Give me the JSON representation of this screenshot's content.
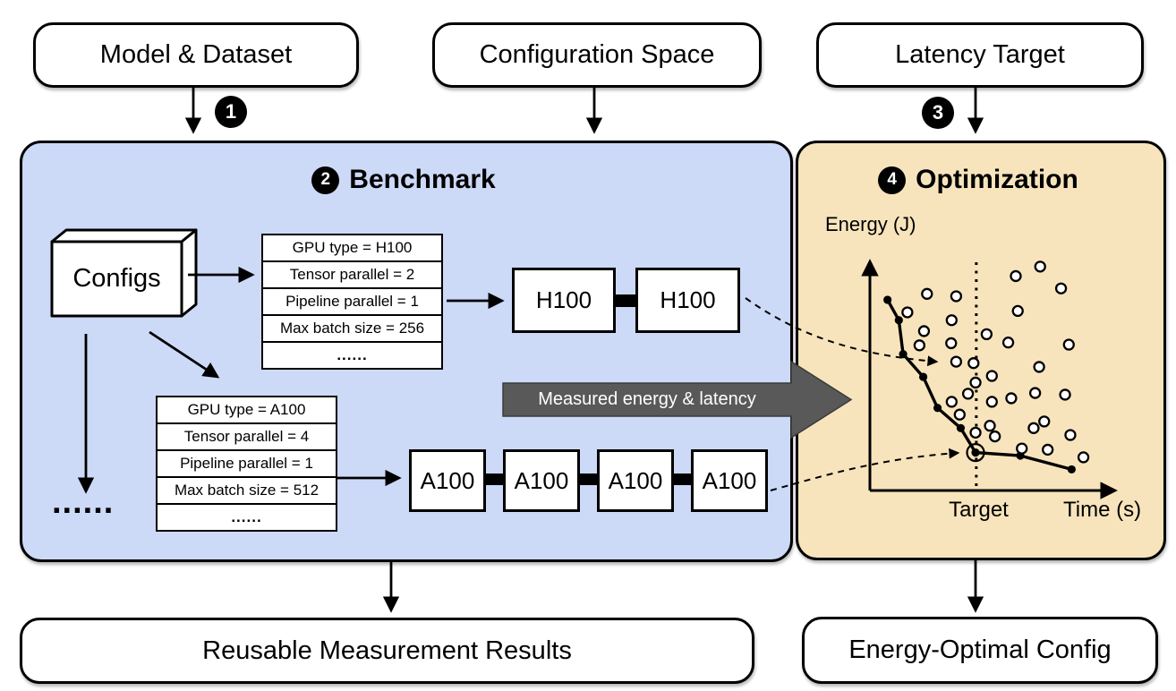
{
  "colors": {
    "panel_blue": "#ccd9f7",
    "panel_orange": "#f8e4bc",
    "banner_gray": "#595959",
    "ink": "#000000",
    "box_white": "#ffffff"
  },
  "inputs": {
    "model_dataset": "Model & Dataset",
    "configuration_space": "Configuration Space",
    "latency_target": "Latency Target"
  },
  "steps": {
    "one": "1",
    "two": "2",
    "three": "3",
    "four": "4"
  },
  "benchmark": {
    "title": "Benchmark",
    "configs_label": "Configs",
    "more_configs_ellipsis": "......",
    "banner": "Measured energy & latency",
    "config_cards": [
      {
        "rows": [
          "GPU type = H100",
          "Tensor parallel = 2",
          "Pipeline parallel = 1",
          "Max batch size = 256",
          "......"
        ]
      },
      {
        "rows": [
          "GPU type = A100",
          "Tensor parallel = 4",
          "Pipeline parallel = 1",
          "Max batch size = 512",
          "......"
        ]
      }
    ],
    "gpu_nodes": {
      "h100": [
        "H100",
        "H100"
      ],
      "a100": [
        "A100",
        "A100",
        "A100",
        "A100"
      ]
    }
  },
  "optimization": {
    "title": "Optimization"
  },
  "outputs": {
    "reusable_results": "Reusable Measurement Results",
    "energy_optimal": "Energy-Optimal Config"
  },
  "chart_data": {
    "type": "scatter",
    "title": "Optimization",
    "xlabel": "Time (s)",
    "ylabel": "Energy (J)",
    "target_label": "Target",
    "target_x": 0.423,
    "xlim": [
      0,
      1
    ],
    "ylim": [
      0,
      1
    ],
    "grid": false,
    "note": "Axes carry no numeric ticks; point coordinates normalized 0-1 inside plot box; dashed vertical line marks latency target.",
    "series": [
      {
        "name": "candidate-configs",
        "marker": "open-circle",
        "points": [
          [
            0.227,
            0.829
          ],
          [
            0.343,
            0.819
          ],
          [
            0.149,
            0.751
          ],
          [
            0.58,
            0.904
          ],
          [
            0.677,
            0.944
          ],
          [
            0.76,
            0.852
          ],
          [
            0.588,
            0.757
          ],
          [
            0.215,
            0.672
          ],
          [
            0.464,
            0.659
          ],
          [
            0.197,
            0.612
          ],
          [
            0.325,
            0.718
          ],
          [
            0.323,
            0.621
          ],
          [
            0.55,
            0.624
          ],
          [
            0.791,
            0.615
          ],
          [
            0.343,
            0.543
          ],
          [
            0.412,
            0.537
          ],
          [
            0.673,
            0.521
          ],
          [
            0.485,
            0.483
          ],
          [
            0.42,
            0.455
          ],
          [
            0.39,
            0.408
          ],
          [
            0.325,
            0.374
          ],
          [
            0.485,
            0.374
          ],
          [
            0.562,
            0.389
          ],
          [
            0.657,
            0.411
          ],
          [
            0.776,
            0.404
          ],
          [
            0.357,
            0.32
          ],
          [
            0.693,
            0.291
          ],
          [
            0.651,
            0.263
          ],
          [
            0.42,
            0.244
          ],
          [
            0.477,
            0.273
          ],
          [
            0.497,
            0.228
          ],
          [
            0.797,
            0.234
          ],
          [
            0.604,
            0.177
          ],
          [
            0.707,
            0.172
          ],
          [
            0.849,
            0.14
          ]
        ]
      },
      {
        "name": "pareto-frontier",
        "marker": "filled-circle-line",
        "points": [
          [
            0.07,
            0.804
          ],
          [
            0.115,
            0.718
          ],
          [
            0.132,
            0.575
          ],
          [
            0.212,
            0.479
          ],
          [
            0.269,
            0.348
          ],
          [
            0.361,
            0.263
          ],
          [
            0.42,
            0.16
          ],
          [
            0.598,
            0.147
          ],
          [
            0.802,
            0.089
          ]
        ]
      },
      {
        "name": "energy-optimal-point",
        "marker": "circled-dot",
        "points": [
          [
            0.42,
            0.16
          ]
        ]
      }
    ]
  }
}
